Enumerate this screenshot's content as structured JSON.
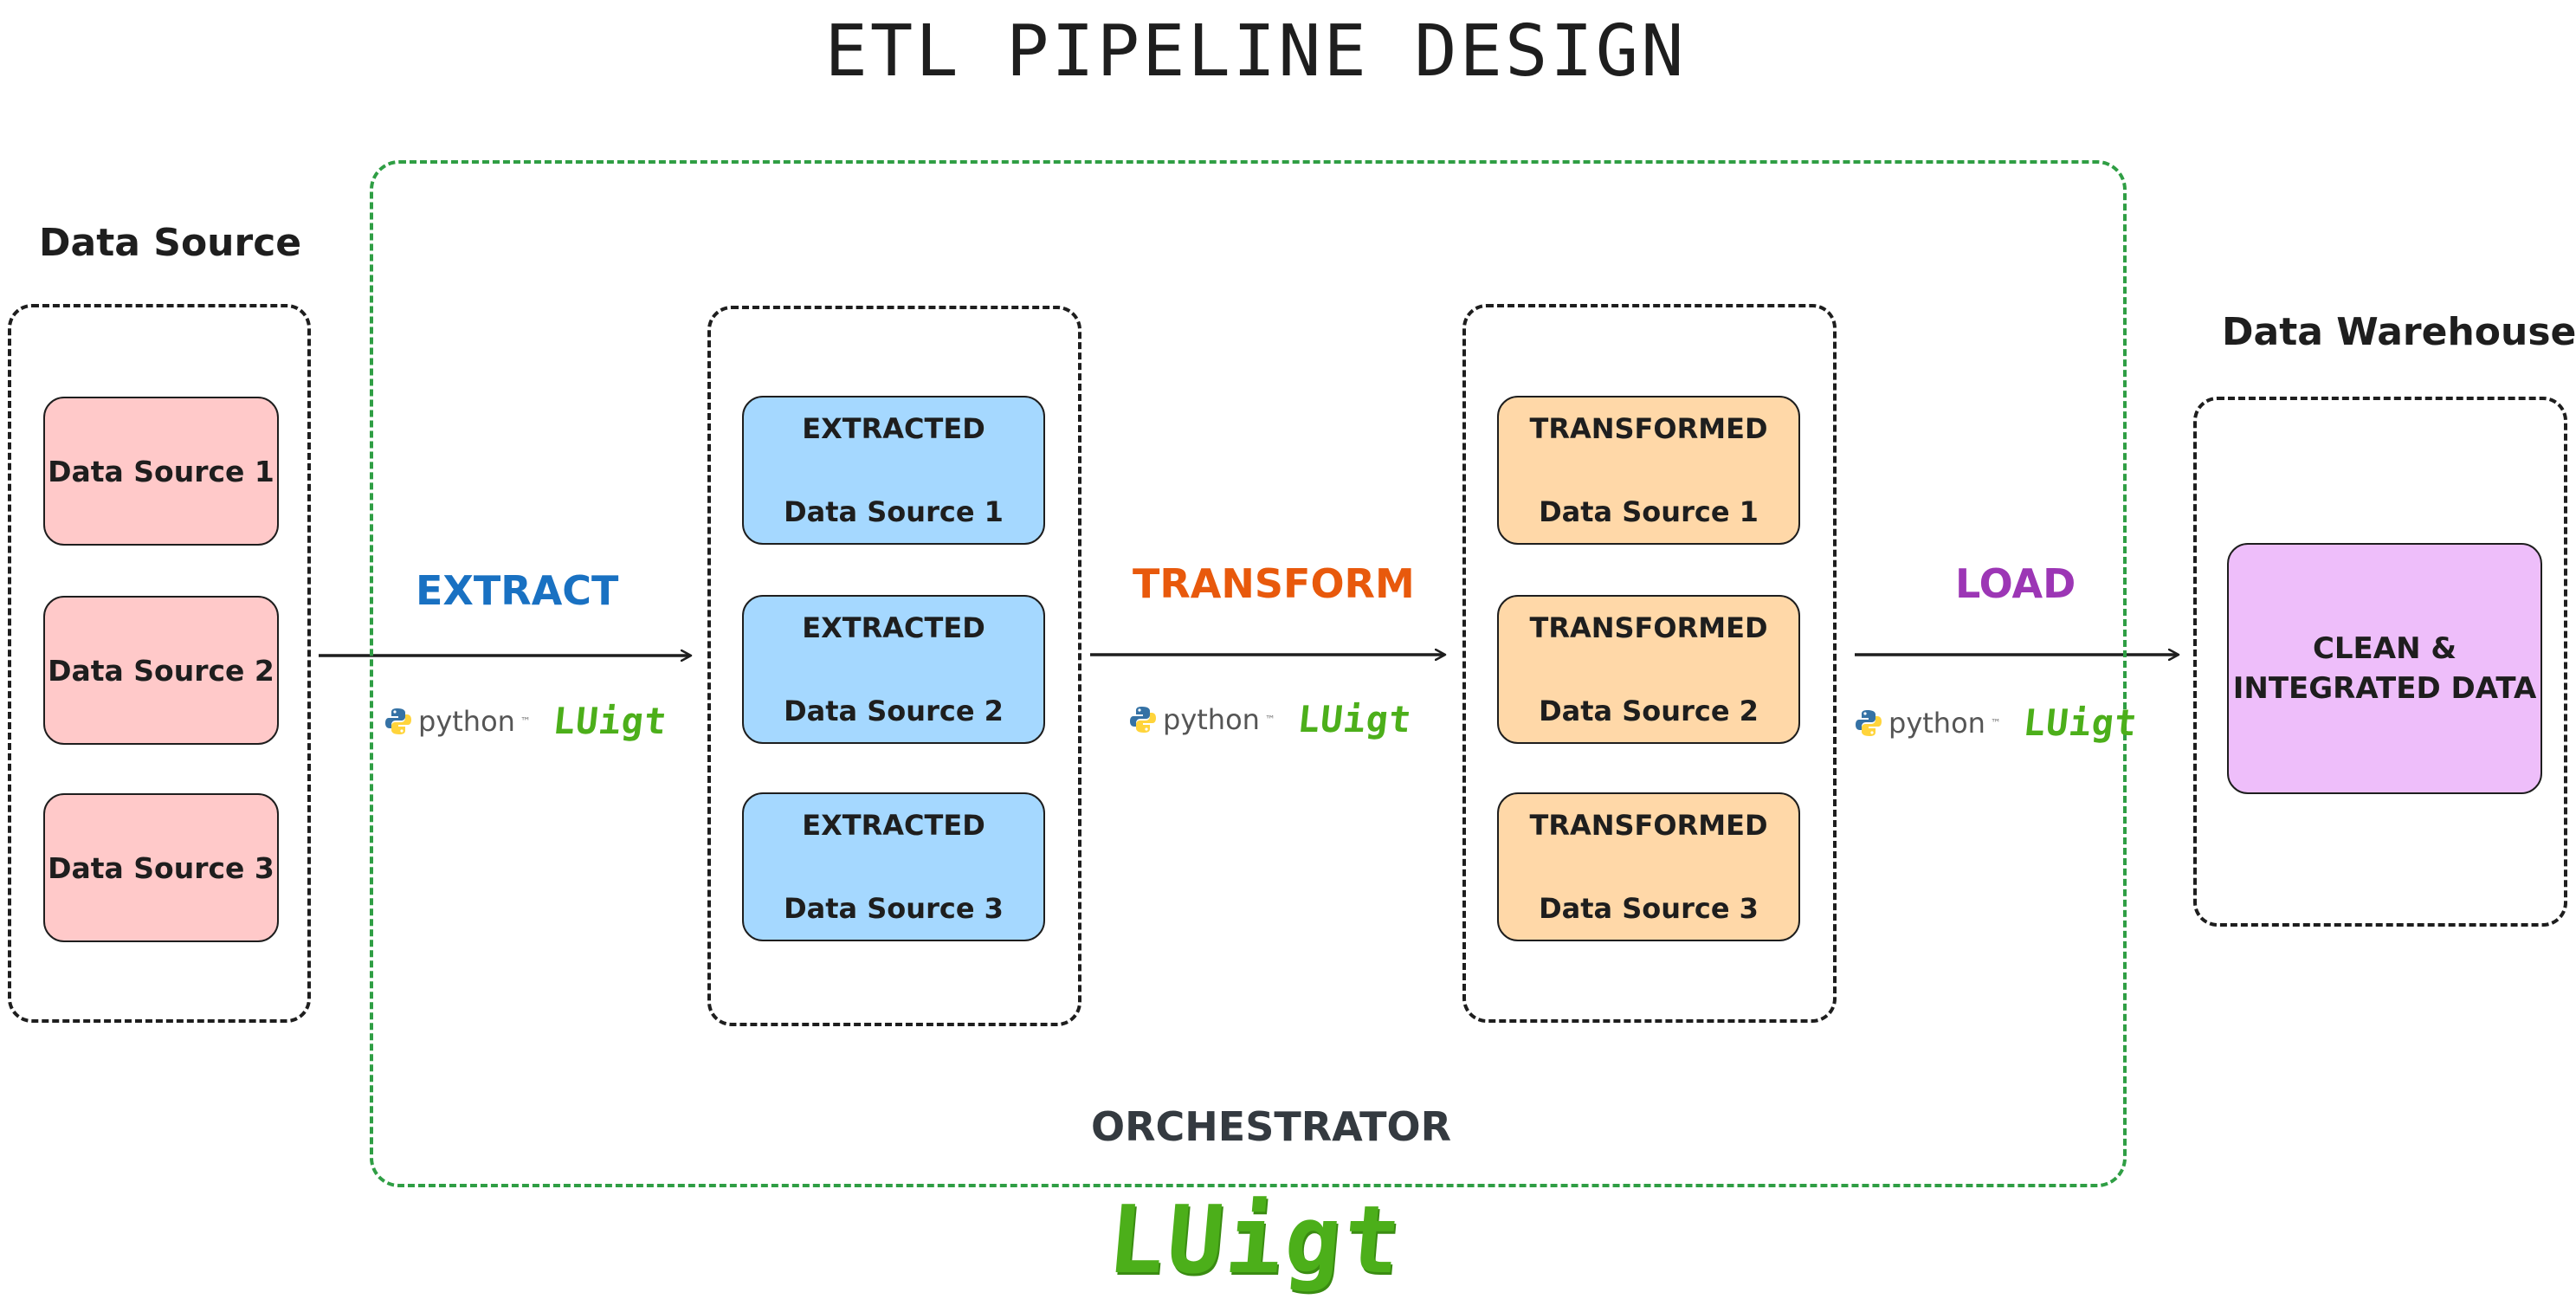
{
  "title": "ETL PIPELINE DESIGN",
  "source": {
    "heading": "Data Source",
    "items": [
      "Data Source 1",
      "Data Source 2",
      "Data Source 3"
    ]
  },
  "orchestrator": {
    "label": "ORCHESTRATOR",
    "tool": "LUigt"
  },
  "stages": {
    "extract": {
      "label": "EXTRACT",
      "color": "#1971c2"
    },
    "transform": {
      "label": "TRANSFORM",
      "color": "#e8590c"
    },
    "load": {
      "label": "LOAD",
      "color": "#9c36b5"
    }
  },
  "extracted": {
    "prefix": "EXTRACTED",
    "items": [
      "Data Source 1",
      "Data Source 2",
      "Data Source 3"
    ]
  },
  "transformed": {
    "prefix": "TRANSFORMED",
    "items": [
      "Data Source 1",
      "Data Source 2",
      "Data Source 3"
    ]
  },
  "warehouse": {
    "heading": "Data Warehouse",
    "content_line1": "CLEAN &",
    "content_line2": "INTEGRATED DATA"
  },
  "tools": {
    "python": "python",
    "python_tm": "™",
    "luigi": "LUigt"
  },
  "colors": {
    "source_fill": "#ffc9c9",
    "extracted_fill": "#a5d8ff",
    "transformed_fill": "#ffd8a8",
    "warehouse_fill": "#eebefa",
    "orchestrator_border": "#2f9e44",
    "luigi_green": "#4caf1a"
  }
}
